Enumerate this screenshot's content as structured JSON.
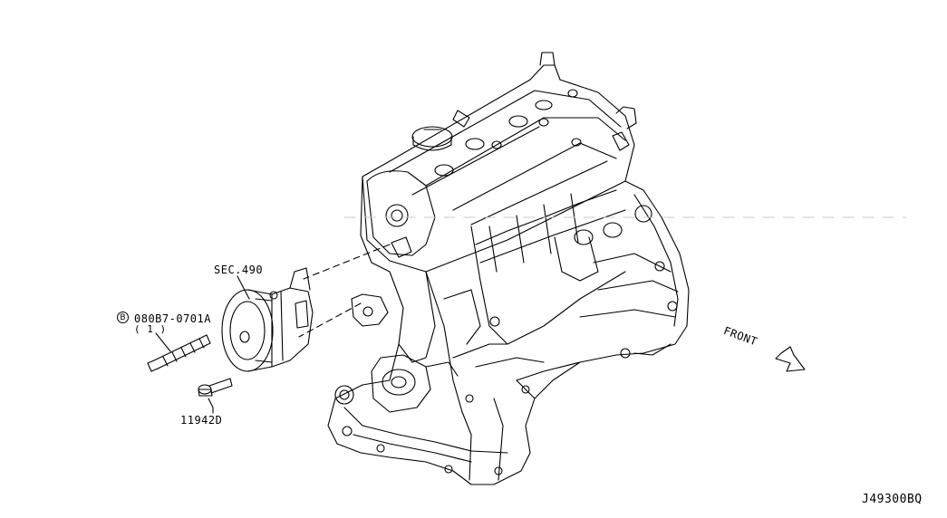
{
  "labels": {
    "section_ref": "SEC.490",
    "bolt_mark": "B",
    "bolt_part": "080B7-0701A",
    "bolt_qty": "( 1 )",
    "part_number": "11942D",
    "front": "FRONT",
    "diagram_code": "J49300BQ"
  },
  "colors": {
    "line": "#000000",
    "background": "#ffffff"
  }
}
